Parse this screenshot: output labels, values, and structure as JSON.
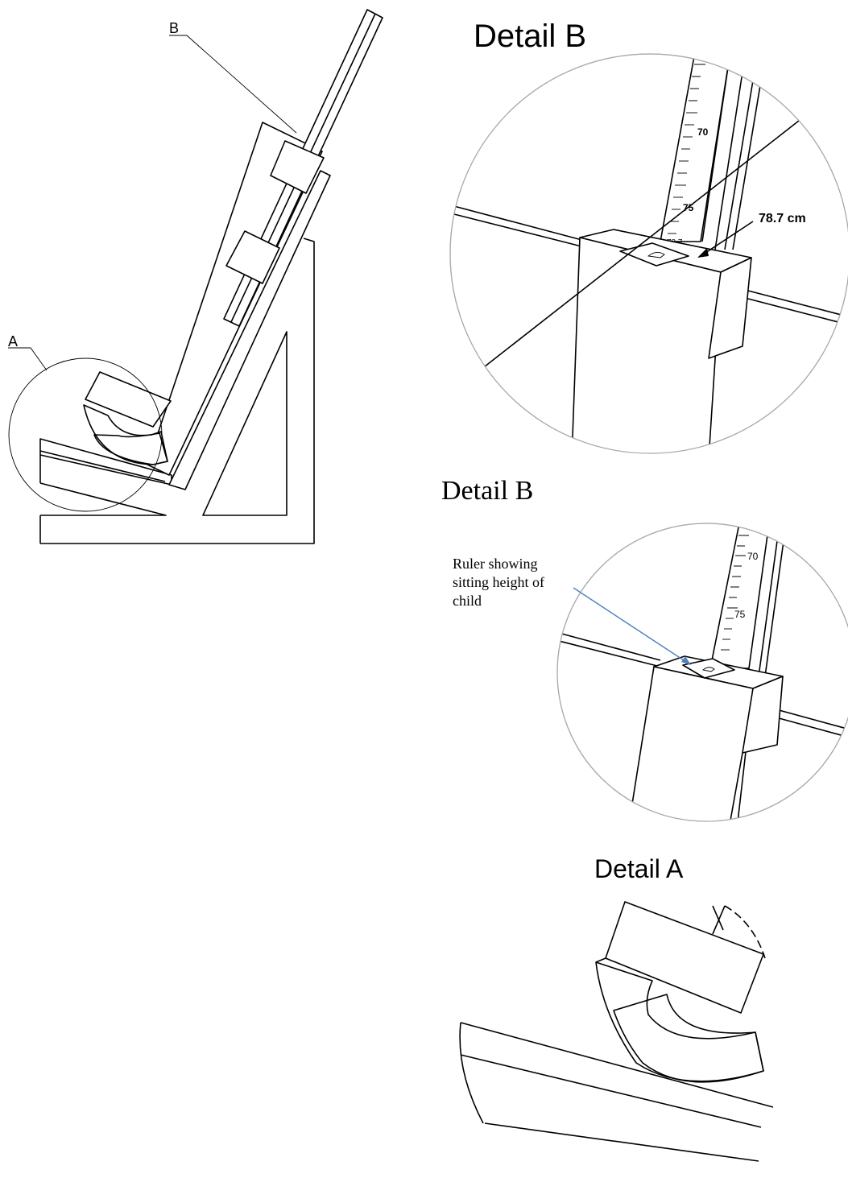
{
  "main_drawing": {
    "label_a": "A",
    "label_b": "B"
  },
  "detail_b_top": {
    "title": "Detail B",
    "ruler_ticks": [
      "70",
      "75"
    ],
    "ruler_mark": "78.7",
    "measurement": "78.7 cm"
  },
  "detail_b_bottom": {
    "title": "Detail B",
    "annotation_line1": "Ruler showing",
    "annotation_line2": "sitting height of",
    "annotation_line3": "child",
    "ruler_ticks": [
      "70",
      "75"
    ],
    "arrow_color": "#4f81bd"
  },
  "detail_a": {
    "title": "Detail A"
  }
}
